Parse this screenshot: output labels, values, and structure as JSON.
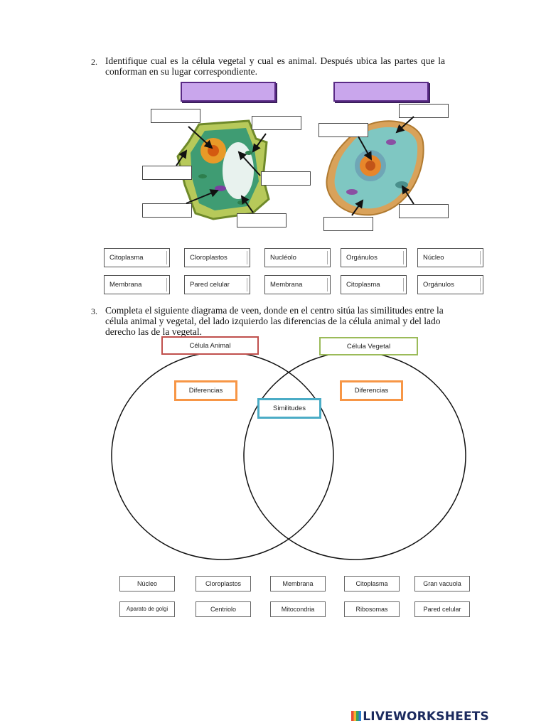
{
  "q2": {
    "number": "2.",
    "text": "Identifique cual es la célula vegetal y cual es animal. Después ubica las partes que la conforman en su lugar correspondiente."
  },
  "word_bank_1": [
    [
      "Citoplasma",
      "Cloroplastos",
      "Nucléolo",
      "Orgánulos",
      "Núcleo"
    ],
    [
      "Membrana",
      "Pared celular",
      "Membrana",
      "Citoplasma",
      "Orgánulos"
    ]
  ],
  "q3": {
    "number": "3.",
    "text": "Completa el siguiente diagrama de veen, donde en el centro sitúa las similitudes entre la célula animal y vegetal, del lado izquierdo las diferencias de la célula animal y del lado derecho las de la vegetal."
  },
  "venn": {
    "animal_label": "Célula Animal",
    "vegetal_label": "Célula Vegetal",
    "left_diff": "Diferencias",
    "right_diff": "Diferencias",
    "similar": "Similitudes",
    "colors": {
      "animal": "#c0504d",
      "vegetal": "#9bbb59",
      "diff": "#f79646",
      "similar": "#4bacc6"
    }
  },
  "word_bank_2": [
    [
      "Núcleo",
      "Cloroplastos",
      "Membrana",
      "Citoplasma",
      "Gran vacuola"
    ],
    [
      "Aparato de golgi",
      "Centriolo",
      "Mitocondria",
      "Ribosomas",
      "Pared celular"
    ]
  ],
  "footer": {
    "logo": "LIVEWORKSHEETS"
  }
}
